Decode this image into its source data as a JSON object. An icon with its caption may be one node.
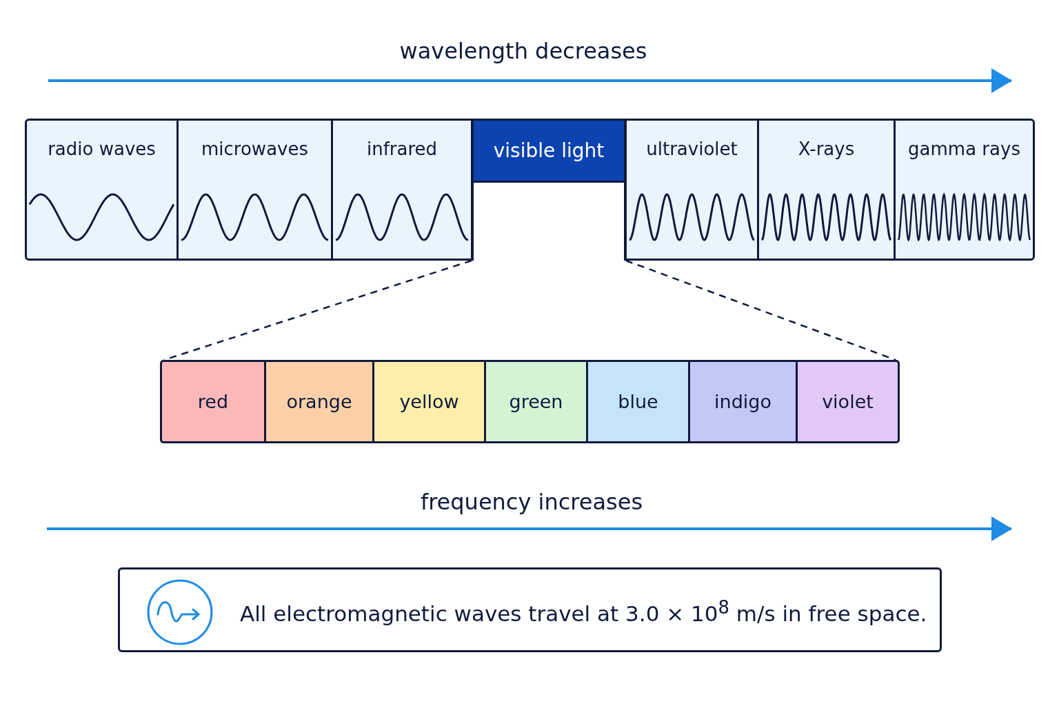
{
  "diagram": {
    "nodes": [
      {
        "text": [
          "radio waves"
        ]
      },
      {
        "text": [
          "microwaves"
        ]
      },
      {
        "text": [
          "infrared"
        ]
      },
      {
        "text": [
          "visible light"
        ]
      },
      {
        "text": [
          "ultraviolet"
        ]
      },
      {
        "text": [
          "X-rays"
        ]
      },
      {
        "text": [
          "gamma rays"
        ]
      },
      {
        "text": [
          "red"
        ]
      },
      {
        "text": [
          "orange"
        ]
      },
      {
        "text": [
          "yellow"
        ]
      },
      {
        "text": [
          "green"
        ]
      },
      {
        "text": [
          "blue"
        ]
      },
      {
        "text": [
          "indigo"
        ]
      },
      {
        "text": [
          "violet"
        ]
      },
      {
        "text": [
          "All electromagnetic waves travel at 3.0 × 10$^{8}$ m/s in free space."
        ]
      }
    ],
    "edges": [
      {
        "from": 3,
        "to": 7,
        "arrow": "none",
        "style": "dashed"
      },
      {
        "from": 3,
        "to": 13,
        "arrow": "none",
        "style": "dashed"
      }
    ],
    "labels": [
      "wavelength decreases",
      "frequency increases"
    ]
  }
}
